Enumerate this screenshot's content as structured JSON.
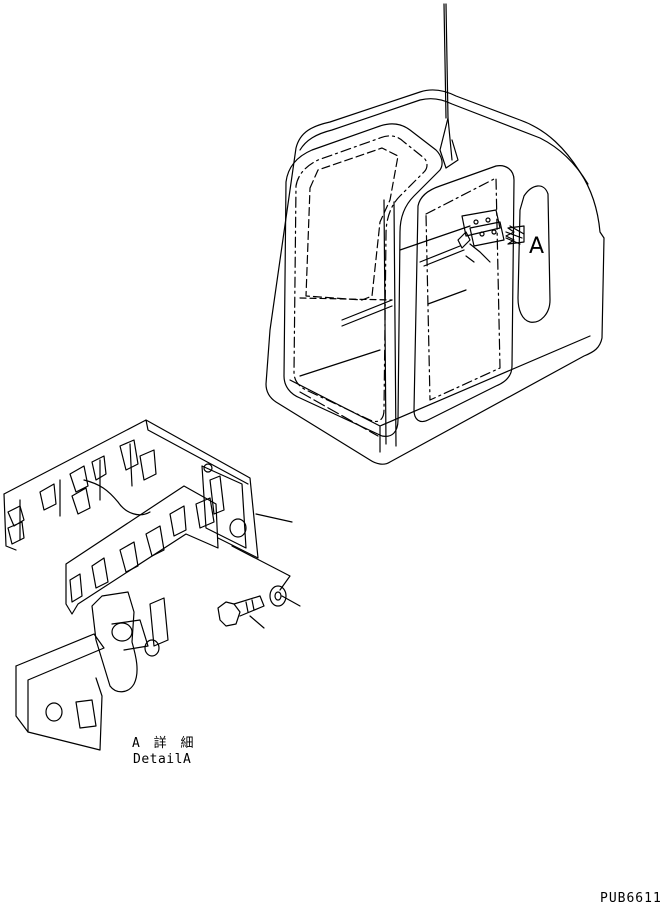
{
  "callout_label": "A",
  "detail_caption": {
    "japanese": "A 詳 細",
    "english": "DetailA"
  },
  "drawing_code": "PUB6611",
  "colors": {
    "line": "#000000",
    "background": "#ffffff"
  }
}
